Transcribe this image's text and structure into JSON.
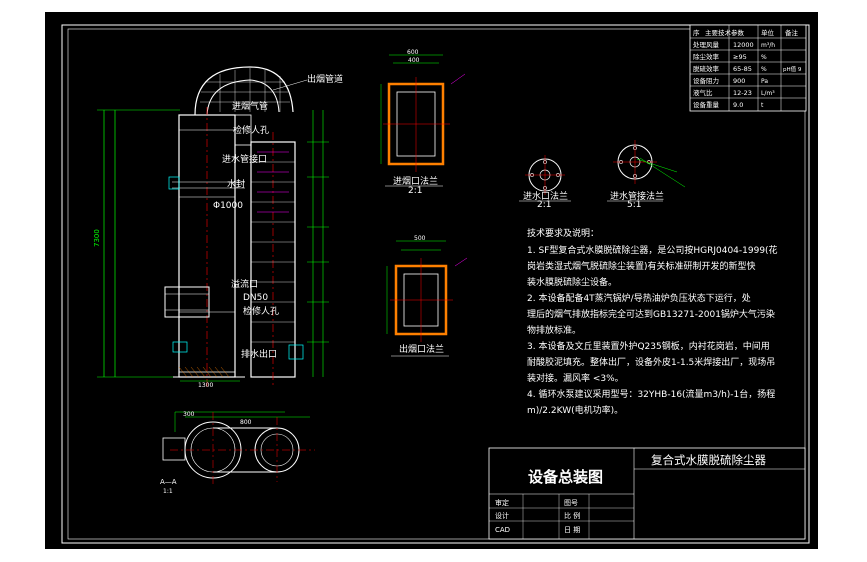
{
  "spec_table": {
    "headers": [
      "序",
      "主要技术参数",
      "单位",
      "备注"
    ],
    "rows": [
      {
        "name": "处理风量",
        "value": "12000",
        "unit": "m³/h",
        "note": ""
      },
      {
        "name": "除尘效率",
        "value": "≥95",
        "unit": "%",
        "note": ""
      },
      {
        "name": "脱硫效率",
        "value": "65-85",
        "unit": "%",
        "note": "pH值 9"
      },
      {
        "name": "设备阻力",
        "value": "900",
        "unit": "Pa",
        "note": ""
      },
      {
        "name": "液气比",
        "value": "12-23",
        "unit": "L/m³",
        "note": ""
      },
      {
        "name": "设备重量",
        "value": "9.0",
        "unit": "t",
        "note": ""
      }
    ]
  },
  "labels": {
    "outlet_pipe": "出烟管道",
    "inlet_flue": "进烟气管",
    "water_inlet": "进水管接口",
    "water_seal": "水封",
    "diameter": "Φ1000",
    "inspection": "检修人孔",
    "dn50": "DN50",
    "access_door": "检修人孔",
    "overflow": "溢流口",
    "water_outlet": "排水出口",
    "height_total": "7300",
    "width_base": "1300",
    "inlet_view": "进烟口法兰",
    "inlet_scale": "2:1",
    "flange_view": "进水口法兰",
    "flange_scale": "2:1",
    "flange_view2": "进水管接法兰",
    "flange_scale2": "5:1",
    "outlet_view": "出烟口法兰",
    "section_view": "A—A",
    "section_scale": "1:1",
    "dim_600": "600",
    "dim_400": "400",
    "dim_500": "500",
    "dim_300": "300",
    "dim_800": "800"
  },
  "notes": {
    "title": "技术要求及说明：",
    "lines": [
      "1. SF型复合式水膜脱硫除尘器，是公司按HGRJ0404-1999(花",
      "岗岩类湿式烟气脱硫除尘装置)有关标准研制开发的新型快",
      "装水膜脱硫除尘设备。",
      "2. 本设备配备4T蒸汽锅炉/导热油炉负压状态下运行，处",
      "理后的烟气排放指标完全可达到GB13271-2001锅炉大气污染",
      "物排放标准。",
      "3. 本设备及文丘里装置外护Q235钢板，内衬花岗岩，中间用",
      "耐酸胶泥填充。整体出厂，设备外皮1-1.5米焊接出厂，现场吊",
      "装对接。漏风率 <3%。",
      "4. 循环水泵建议采用型号：32YHB-16(流量m3/h)-1台，扬程",
      "m)/2.2KW(电机功率)。"
    ]
  },
  "title_block": {
    "product": "复合式水膜脱硫除尘器",
    "drawing": "设备总装图",
    "rows": [
      {
        "role": "审定",
        "col": "图号"
      },
      {
        "role": "设计",
        "col": "比 例"
      },
      {
        "role": "CAD",
        "col": "日 期"
      }
    ]
  },
  "colors": {
    "sheet": "#000000",
    "frame": "#ffffff",
    "outline": "#ffffff",
    "dimension": "#00ff00",
    "center": "#ff0000",
    "hatch": "#ff8000",
    "cyan": "#00ffff",
    "magenta": "#ff00ff",
    "yellow": "#ffff00"
  }
}
